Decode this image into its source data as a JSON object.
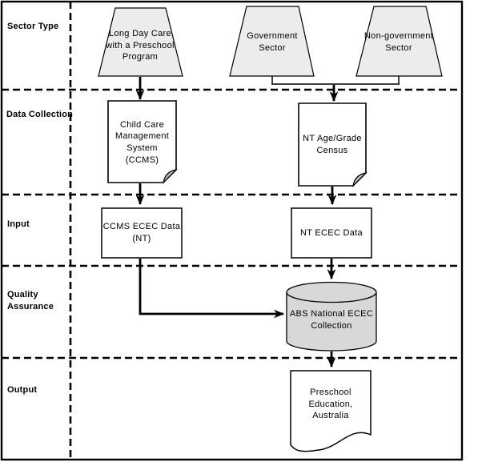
{
  "rows": {
    "sector_type": "Sector Type",
    "data_collection": "Data Collection",
    "input": "Input",
    "quality_assurance": "Quality\nAssurance",
    "output": "Output"
  },
  "nodes": {
    "long_day_care": "Long Day Care\nwith a Preschool\nProgram",
    "government": "Government\nSector",
    "non_government": "Non-government\nSector",
    "ccms": "Child Care\nManagement\nSystem\n(CCMS)",
    "nt_age_grade_census": "NT Age/Grade\nCensus",
    "ccms_ecec_data": "CCMS ECEC Data\n(NT)",
    "nt_ecec_data": "NT ECEC Data",
    "abs_national_ecec_collection": "ABS National ECEC\nCollection",
    "preschool_education_australia": "Preschool\nEducation,\nAustralia"
  },
  "colors": {
    "sector_fill": "#ececec",
    "database_fill": "#d8d8d8",
    "document_fill": "#ffffff",
    "document_fold": "#b8b8b8",
    "line": "#000000",
    "background": "#ffffff"
  }
}
